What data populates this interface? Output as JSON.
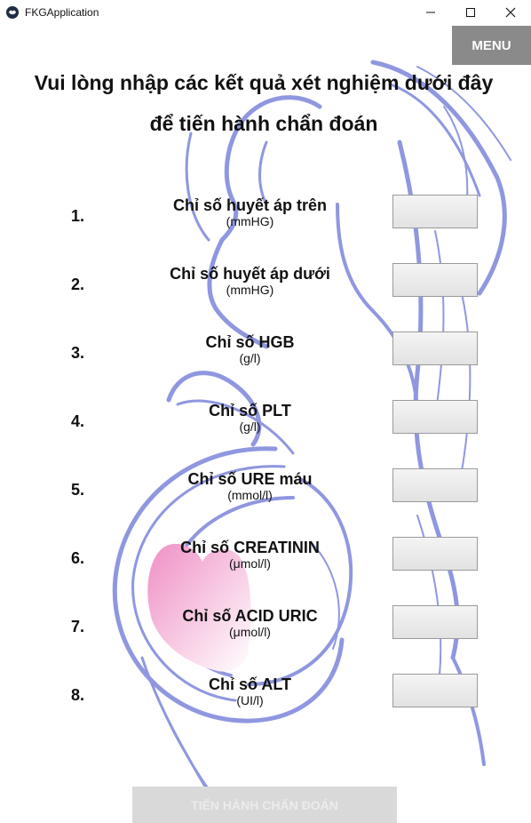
{
  "window": {
    "title": "FKGApplication"
  },
  "menu": {
    "label": "MENU"
  },
  "heading": {
    "line1": "Vui lòng nhập các kết quả xét nghiệm dưới đây",
    "line2": "để tiến hành chẩn đoán"
  },
  "fields": [
    {
      "number": "1.",
      "label": "Chỉ số huyết áp trên",
      "unit": "(mmHG)",
      "value": ""
    },
    {
      "number": "2.",
      "label": "Chỉ số huyết áp dưới",
      "unit": "(mmHG)",
      "value": ""
    },
    {
      "number": "3.",
      "label": "Chỉ số HGB",
      "unit": "(g/l)",
      "value": ""
    },
    {
      "number": "4.",
      "label": "Chỉ số PLT",
      "unit": "(g/l)",
      "value": ""
    },
    {
      "number": "5.",
      "label": "Chỉ số URE máu",
      "unit": "(mmol/l)",
      "value": ""
    },
    {
      "number": "6.",
      "label": "Chỉ số CREATININ",
      "unit": "(μmol/l)",
      "value": ""
    },
    {
      "number": "7.",
      "label": "Chỉ số ACID URIC",
      "unit": "(μmol/l)",
      "value": ""
    },
    {
      "number": "8.",
      "label": "Chỉ số ALT",
      "unit": "(UI/l)",
      "value": ""
    }
  ],
  "submit": {
    "label": "TIẾN HÀNH CHẨN ĐOÁN"
  },
  "colors": {
    "artwork": "#8f97e0",
    "heart": "#ef9ccc",
    "menu_bg": "#8a8a8a",
    "submit_bg": "#d9d9d9"
  },
  "icons": [
    "app-icon",
    "minimize-icon",
    "maximize-icon",
    "close-icon"
  ]
}
